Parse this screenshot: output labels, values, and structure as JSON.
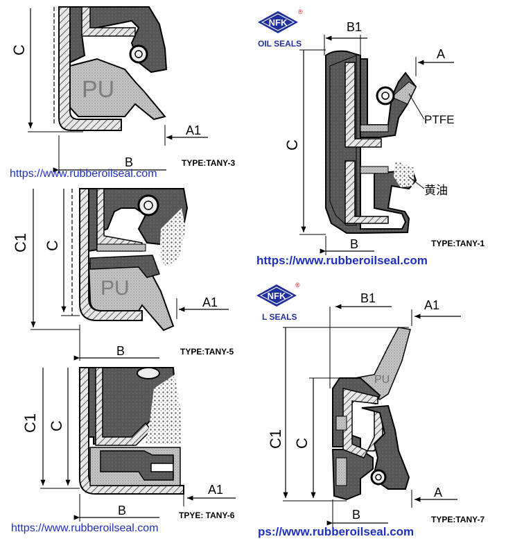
{
  "colors": {
    "dark_fill": "#5a5a5a",
    "pu_fill": "#bdbdbd",
    "case_fill": "#e8e8e8",
    "url_blue": "#1f2fbf",
    "logo_blue": "#1f2f9f",
    "logo_red": "#d21f1f"
  },
  "logo": {
    "name": "NFK",
    "registered": "®",
    "sub_left": "OIL SEALS",
    "sub_right": "L SEALS"
  },
  "tany3": {
    "C": "C",
    "A1": "A1",
    "B": "B",
    "pu": "PU",
    "type": "TYPE:TANY-3",
    "url": "https://www.rubberoilseal.com"
  },
  "tany5": {
    "C1": "C1",
    "C": "C",
    "A1": "A1",
    "B": "B",
    "pu": "PU",
    "type": "TYPE:TANY-5"
  },
  "tany6": {
    "C1": "C1",
    "C": "C",
    "A1": "A1",
    "B": "B",
    "type": "TPYE: TANY-6",
    "url": "https://www.rubberoilseal.com"
  },
  "tany1": {
    "B1": "B1",
    "A": "A",
    "C": "C",
    "B": "B",
    "ptfe": "PTFE",
    "grease": "黄油",
    "type": "TYPE:TANY-1",
    "url": "https://www.rubberoilseal.com"
  },
  "tany7": {
    "B1": "B1",
    "A1": "A1",
    "C1": "C1",
    "C": "C",
    "A": "A",
    "B": "B",
    "pu": "PU",
    "type": "TYPE:TANY-7",
    "url": "ps://www.rubberoilseal.com"
  }
}
